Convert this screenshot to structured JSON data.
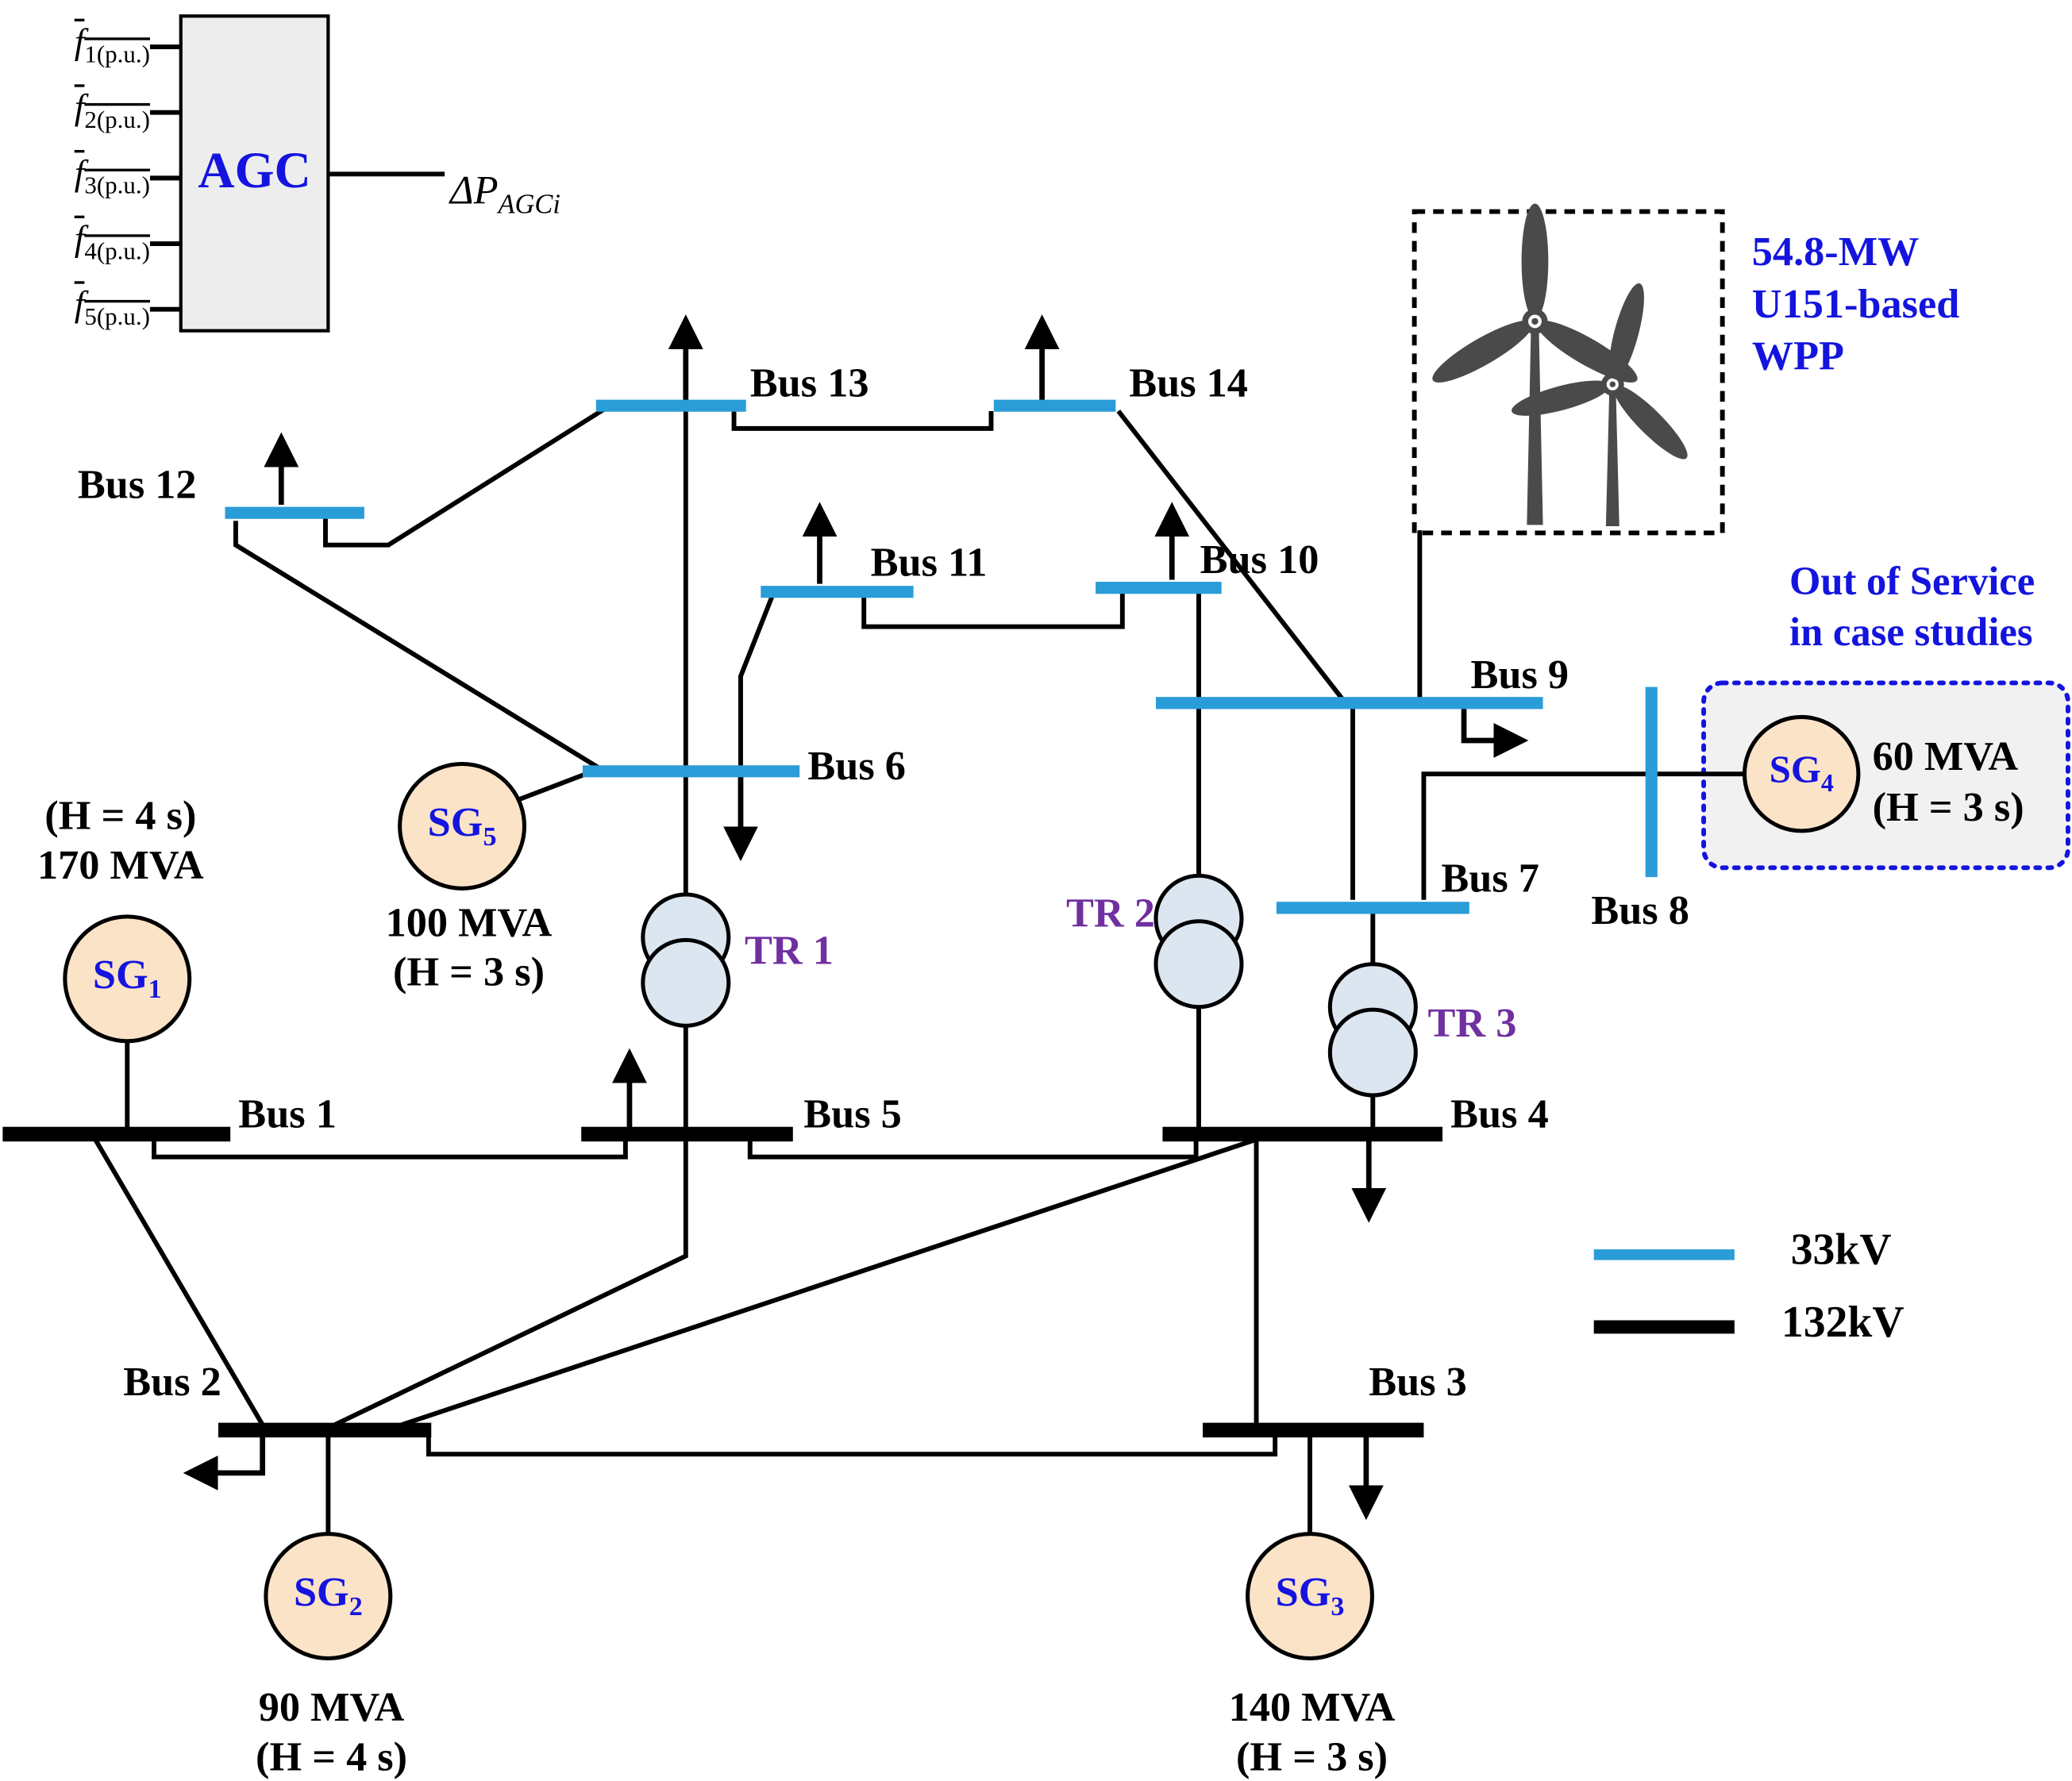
{
  "colors": {
    "accent_blue": "#1414DE",
    "transformer_label_purple": "#7030A0",
    "bus_33kv": "#2A9CD7",
    "bus_132kv": "#000000",
    "generator_fill": "#FBE3C8",
    "transformer_fill": "#DCE6F1"
  },
  "agc": {
    "title": "AGC",
    "inputs": [
      {
        "base": "f",
        "sub": "1(p.u.)"
      },
      {
        "base": "f",
        "sub": "2(p.u.)"
      },
      {
        "base": "f",
        "sub": "3(p.u.)"
      },
      {
        "base": "f",
        "sub": "4(p.u.)"
      },
      {
        "base": "f",
        "sub": "5(p.u.)"
      }
    ],
    "output": {
      "base": "ΔP",
      "sub": "AGCi"
    }
  },
  "wpp": {
    "label_lines": [
      "54.8-MW",
      "U151-based",
      "WPP"
    ]
  },
  "out_of_service_note": {
    "line1": "Out of Service",
    "line2": "in case studies"
  },
  "buses": {
    "bus1": "Bus 1",
    "bus2": "Bus 2",
    "bus3": "Bus 3",
    "bus4": "Bus 4",
    "bus5": "Bus 5",
    "bus6": "Bus 6",
    "bus7": "Bus 7",
    "bus8": "Bus 8",
    "bus9": "Bus 9",
    "bus10": "Bus 10",
    "bus11": "Bus 11",
    "bus12": "Bus 12",
    "bus13": "Bus 13",
    "bus14": "Bus 14"
  },
  "generators": {
    "sg1": {
      "base": "SG",
      "sub": "1",
      "info1": "(H = 4 s)",
      "info2": "170 MVA"
    },
    "sg2": {
      "base": "SG",
      "sub": "2",
      "info1": "90 MVA",
      "info2": "(H = 4 s)"
    },
    "sg3": {
      "base": "SG",
      "sub": "3",
      "info1": "140 MVA",
      "info2": "(H = 3 s)"
    },
    "sg4": {
      "base": "SG",
      "sub": "4",
      "info1": "60 MVA",
      "info2": "(H = 3 s)"
    },
    "sg5": {
      "base": "SG",
      "sub": "5",
      "info1": "100 MVA",
      "info2": "(H = 3 s)"
    }
  },
  "transformers": {
    "tr1": "TR 1",
    "tr2": "TR 2",
    "tr3": "TR 3"
  },
  "legend": {
    "kv33": "33kV",
    "kv132": "132kV"
  }
}
